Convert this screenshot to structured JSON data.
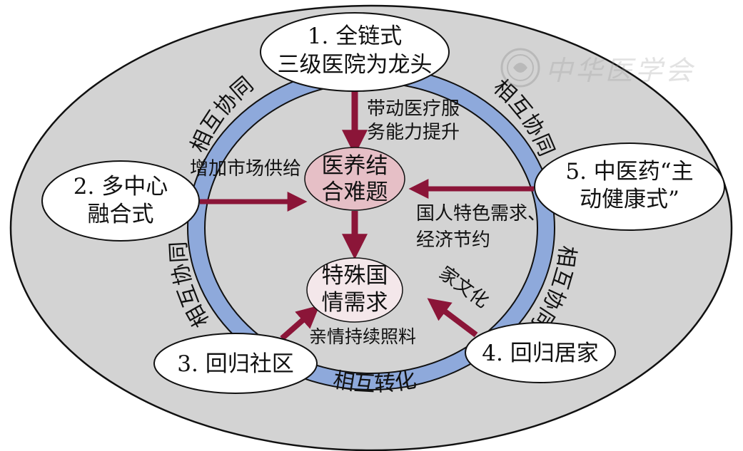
{
  "nodes": {
    "top": {
      "line1": "1. 全链式",
      "line2": "三级医院为龙头"
    },
    "left": {
      "line1": "2. 多中心",
      "line2": "融合式"
    },
    "right": {
      "line1": "5. 中医药“主",
      "line2": "动健康式”"
    },
    "bottom_left": {
      "line1": "3. 回归社区"
    },
    "bottom_right": {
      "line1": "4. 回归居家"
    }
  },
  "center_top": {
    "line1": "医养结",
    "line2": "合难题"
  },
  "center_bottom": {
    "line1": "特殊国",
    "line2": "情需求"
  },
  "ring_labels": {
    "top_left": "相互协同",
    "top_right": "相互协同",
    "left": "相互协同",
    "right": "相互协同",
    "bottom": "相互转化"
  },
  "arrow_labels": {
    "top": {
      "line1": "带动医疗服",
      "line2": "务能力提升"
    },
    "left": "增加市场供给",
    "right": {
      "line1": "国人特色需求、",
      "line2": "经济节约"
    },
    "bottom_left": "亲情持续照料",
    "bottom_right": "家文化"
  },
  "watermark": {
    "text": "中华医学会"
  },
  "colors": {
    "outer_fill": "#d3d3d3",
    "ring_fill": "#8ea9db",
    "node_fill": "#ffffff",
    "center_top_fill": "#e6bfc6",
    "center_bottom_fill": "#f4e7ea",
    "arrow": "#8b1538"
  }
}
